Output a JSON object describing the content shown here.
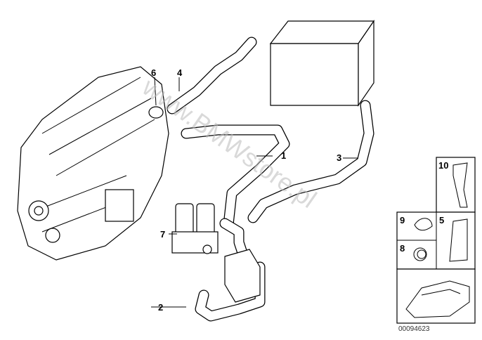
{
  "diagram": {
    "part_labels": [
      "1",
      "2",
      "3",
      "4",
      "5",
      "6",
      "7",
      "8",
      "9",
      "10"
    ],
    "watermark": "www.BMWstore.pl",
    "diagram_code": "00094623"
  }
}
